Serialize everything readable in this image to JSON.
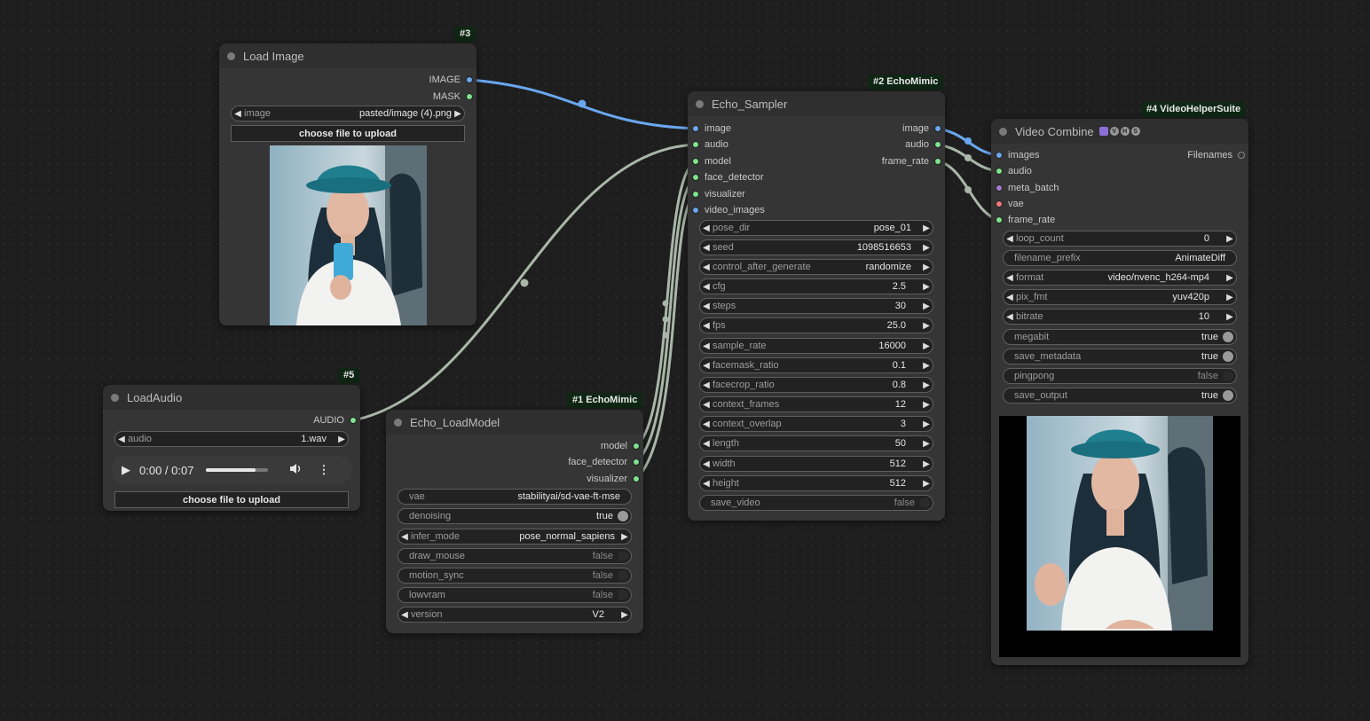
{
  "load_image": {
    "badge": "#3",
    "title": "Load Image",
    "outputs": [
      "IMAGE",
      "MASK"
    ],
    "image_widget": {
      "label": "image",
      "value": "pasted/image (4).png"
    },
    "upload_button": "choose file to upload"
  },
  "load_audio": {
    "badge": "#5",
    "title": "LoadAudio",
    "output": "AUDIO",
    "audio_widget": {
      "label": "audio",
      "value": "1.wav"
    },
    "player": {
      "time": "0:00 / 0:07",
      "volume_level": 0.8
    },
    "upload_button": "choose file to upload"
  },
  "echo_load_model": {
    "badge": "#1 EchoMimic",
    "title": "Echo_LoadModel",
    "outputs": [
      "model",
      "face_detector",
      "visualizer"
    ],
    "widgets": {
      "vae": {
        "label": "vae",
        "value": "stabilityai/sd-vae-ft-mse"
      },
      "denoising": {
        "label": "denoising",
        "value": "true"
      },
      "infer_mode": {
        "label": "infer_mode",
        "value": "pose_normal_sapiens"
      },
      "draw_mouse": {
        "label": "draw_mouse",
        "value": "false"
      },
      "motion_sync": {
        "label": "motion_sync",
        "value": "false"
      },
      "lowvram": {
        "label": "lowvram",
        "value": "false"
      },
      "version": {
        "label": "version",
        "value": "V2"
      }
    }
  },
  "echo_sampler": {
    "badge": "#2 EchoMimic",
    "title": "Echo_Sampler",
    "inputs": [
      "image",
      "audio",
      "model",
      "face_detector",
      "visualizer",
      "video_images"
    ],
    "outputs": [
      "image",
      "audio",
      "frame_rate"
    ],
    "widgets": {
      "pose_dir": {
        "label": "pose_dir",
        "value": "pose_01"
      },
      "seed": {
        "label": "seed",
        "value": "1098516653"
      },
      "control_after_generate": {
        "label": "control_after_generate",
        "value": "randomize"
      },
      "cfg": {
        "label": "cfg",
        "value": "2.5"
      },
      "steps": {
        "label": "steps",
        "value": "30"
      },
      "fps": {
        "label": "fps",
        "value": "25.0"
      },
      "sample_rate": {
        "label": "sample_rate",
        "value": "16000"
      },
      "facemask_ratio": {
        "label": "facemask_ratio",
        "value": "0.1"
      },
      "facecrop_ratio": {
        "label": "facecrop_ratio",
        "value": "0.8"
      },
      "context_frames": {
        "label": "context_frames",
        "value": "12"
      },
      "context_overlap": {
        "label": "context_overlap",
        "value": "3"
      },
      "length": {
        "label": "length",
        "value": "50"
      },
      "width": {
        "label": "width",
        "value": "512"
      },
      "height": {
        "label": "height",
        "value": "512"
      },
      "save_video": {
        "label": "save_video",
        "value": "false"
      }
    }
  },
  "video_combine": {
    "badge": "#4 VideoHelperSuite",
    "title": "Video Combine",
    "title_icons": [
      "people-emoji-icon",
      "v-badge-icon",
      "h-badge-icon",
      "s-badge-icon"
    ],
    "icon_letters": {
      "v": "V",
      "h": "H",
      "s": "S"
    },
    "inputs": [
      "images",
      "audio",
      "meta_batch",
      "vae",
      "frame_rate"
    ],
    "output": "Filenames",
    "widgets": {
      "loop_count": {
        "label": "loop_count",
        "value": "0"
      },
      "filename_prefix": {
        "label": "filename_prefix",
        "value": "AnimateDiff"
      },
      "format": {
        "label": "format",
        "value": "video/nvenc_h264-mp4"
      },
      "pix_fmt": {
        "label": "pix_fmt",
        "value": "yuv420p"
      },
      "bitrate": {
        "label": "bitrate",
        "value": "10"
      },
      "megabit": {
        "label": "megabit",
        "value": "true"
      },
      "save_metadata": {
        "label": "save_metadata",
        "value": "true"
      },
      "pingpong": {
        "label": "pingpong",
        "value": "false"
      },
      "save_output": {
        "label": "save_output",
        "value": "true"
      }
    }
  },
  "colors": {
    "canvas": "#1e1e1e",
    "node": "#353535",
    "image_link": "#6aa7f0",
    "other_link": "#a9b7a9",
    "badge": "#0f2614"
  }
}
